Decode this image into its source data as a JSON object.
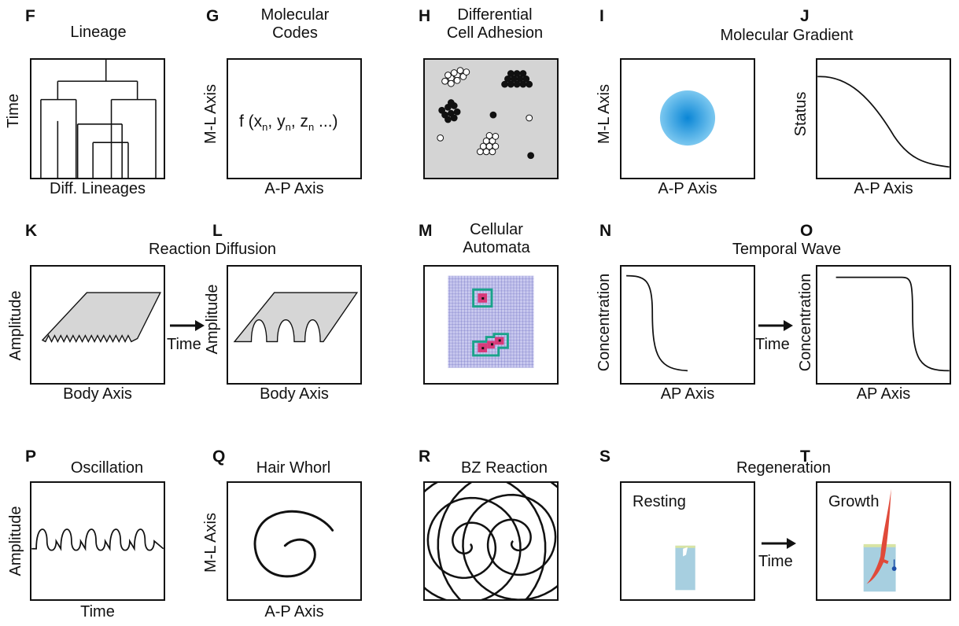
{
  "panels": {
    "F": {
      "letter": "F",
      "title": "Lineage",
      "ylabel": "Time",
      "xlabel": "Diff. Lineages"
    },
    "G": {
      "letter": "G",
      "title_line1": "Molecular",
      "title_line2": "Codes",
      "ylabel": "M-L Axis",
      "xlabel": "A-P Axis"
    },
    "H": {
      "letter": "H",
      "title_line1": "Differential",
      "title_line2": "Cell Adhesion"
    },
    "I": {
      "letter": "I",
      "ylabel": "M-L Axis",
      "xlabel": "A-P Axis"
    },
    "J": {
      "letter": "J",
      "ylabel": "Status",
      "xlabel": "A-P Axis"
    },
    "IJ_title": "Molecular Gradient",
    "K": {
      "letter": "K",
      "ylabel": "Amplitude",
      "xlabel": "Body Axis"
    },
    "L": {
      "letter": "L",
      "ylabel": "Amplitude",
      "xlabel": "Body Axis"
    },
    "KL_title": "Reaction Diffusion",
    "KL_arrow": "Time",
    "M": {
      "letter": "M",
      "title_line1": "Cellular",
      "title_line2": "Automata"
    },
    "N": {
      "letter": "N",
      "ylabel": "Concentration",
      "xlabel": "AP Axis"
    },
    "O": {
      "letter": "O",
      "ylabel": "Concentration",
      "xlabel": "AP Axis"
    },
    "NO_title": "Temporal Wave",
    "NO_arrow": "Time",
    "P": {
      "letter": "P",
      "title": "Oscillation",
      "ylabel": "Amplitude",
      "xlabel": "Time"
    },
    "Q": {
      "letter": "Q",
      "title": "Hair Whorl",
      "ylabel": "M-L Axis",
      "xlabel": "A-P Axis"
    },
    "R": {
      "letter": "R",
      "title": "BZ Reaction"
    },
    "S": {
      "letter": "S",
      "state": "Resting"
    },
    "T": {
      "letter": "T",
      "state": "Growth"
    },
    "ST_title": "Regeneration",
    "ST_arrow": "Time"
  },
  "colors": {
    "gradient_center": "#0a86d6",
    "gradient_edge": "#7cc8f0",
    "adhesion_bg": "#d4d4d4",
    "rd_fill": "#d6d6d6",
    "grid_line": "#5a5ab8",
    "grid_bg": "#c8c8ee",
    "automata_outline": "#1aa38a",
    "automata_fill": "#d83a7a",
    "tissue": "#a7cfe0",
    "regrowth": "#e04a3a"
  }
}
